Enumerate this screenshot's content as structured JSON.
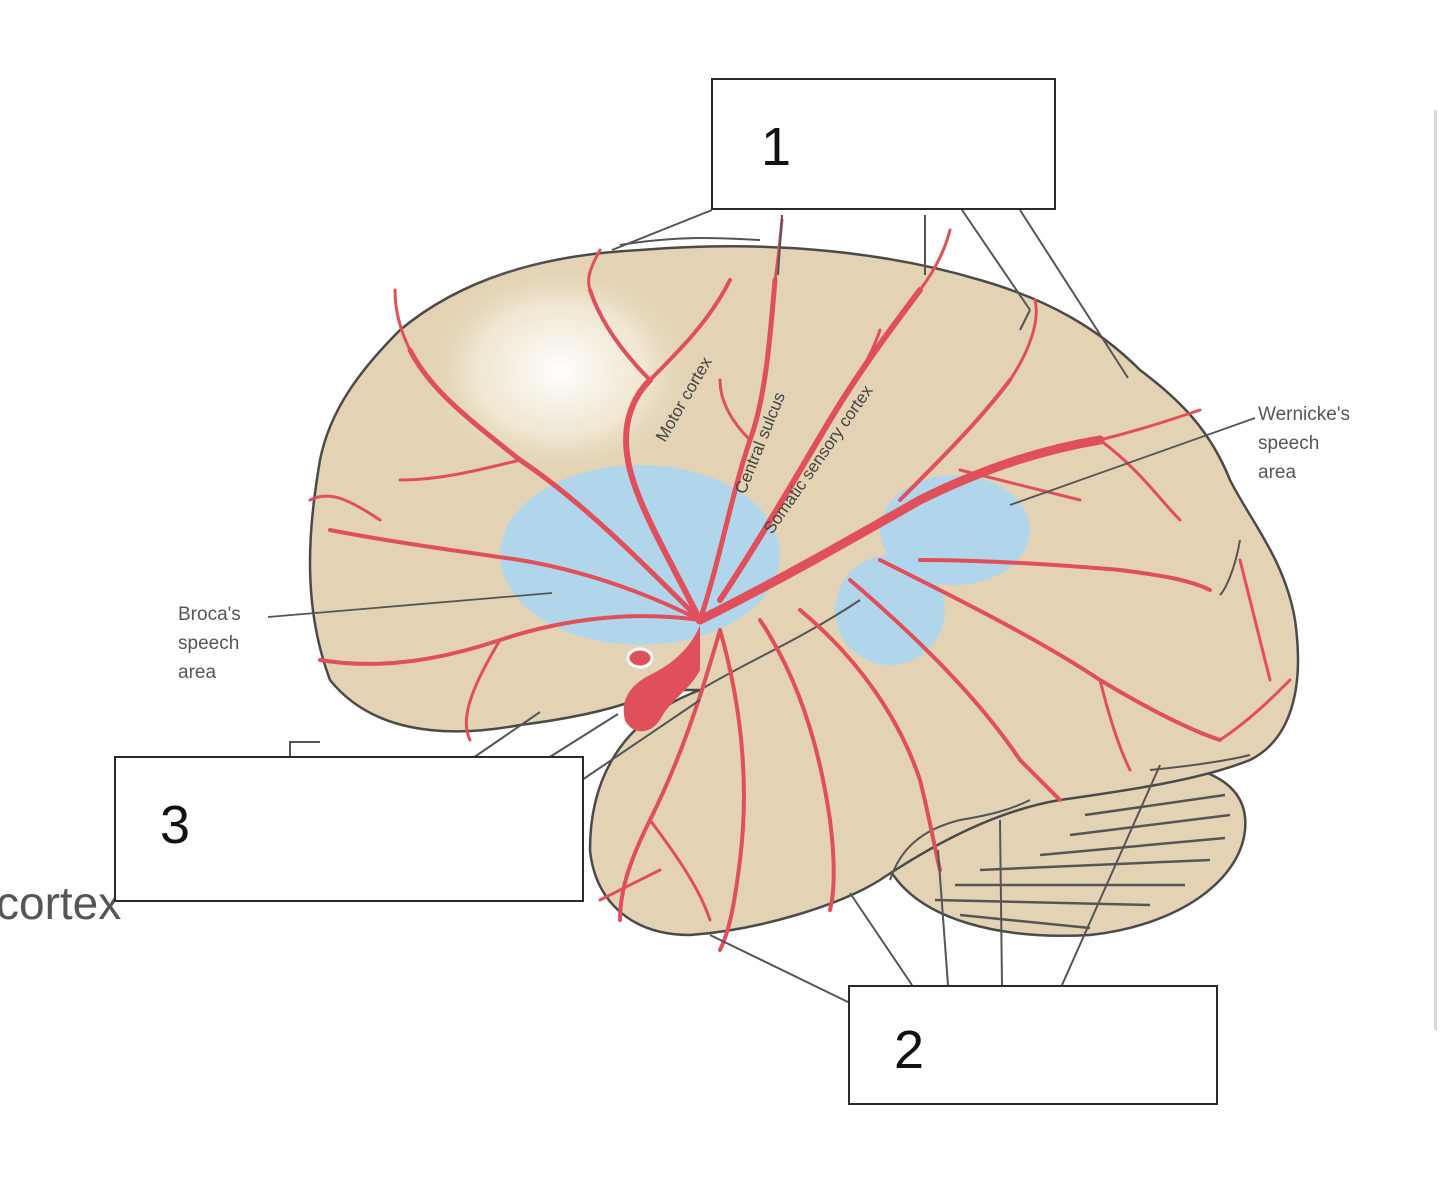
{
  "labels": {
    "motor_cortex": "Motor cortex",
    "central_sulcus": "Central sulcus",
    "somatic_sensory_cortex": "Somatic sensory cortex",
    "wernicke": [
      "Wernicke's",
      "speech",
      "area"
    ],
    "broca": [
      "Broca's",
      "speech",
      "area"
    ]
  },
  "answer_boxes": [
    {
      "number": "1"
    },
    {
      "number": "2"
    },
    {
      "number": "3"
    }
  ],
  "background_text": {
    "cortex_fragment": "cortex"
  },
  "colors": {
    "brain_fill": "#e3d3b4",
    "brain_outline": "#4a4a4a",
    "artery": "#e0505a",
    "speech_area": "#aed6ef",
    "leader_line": "#555555"
  }
}
